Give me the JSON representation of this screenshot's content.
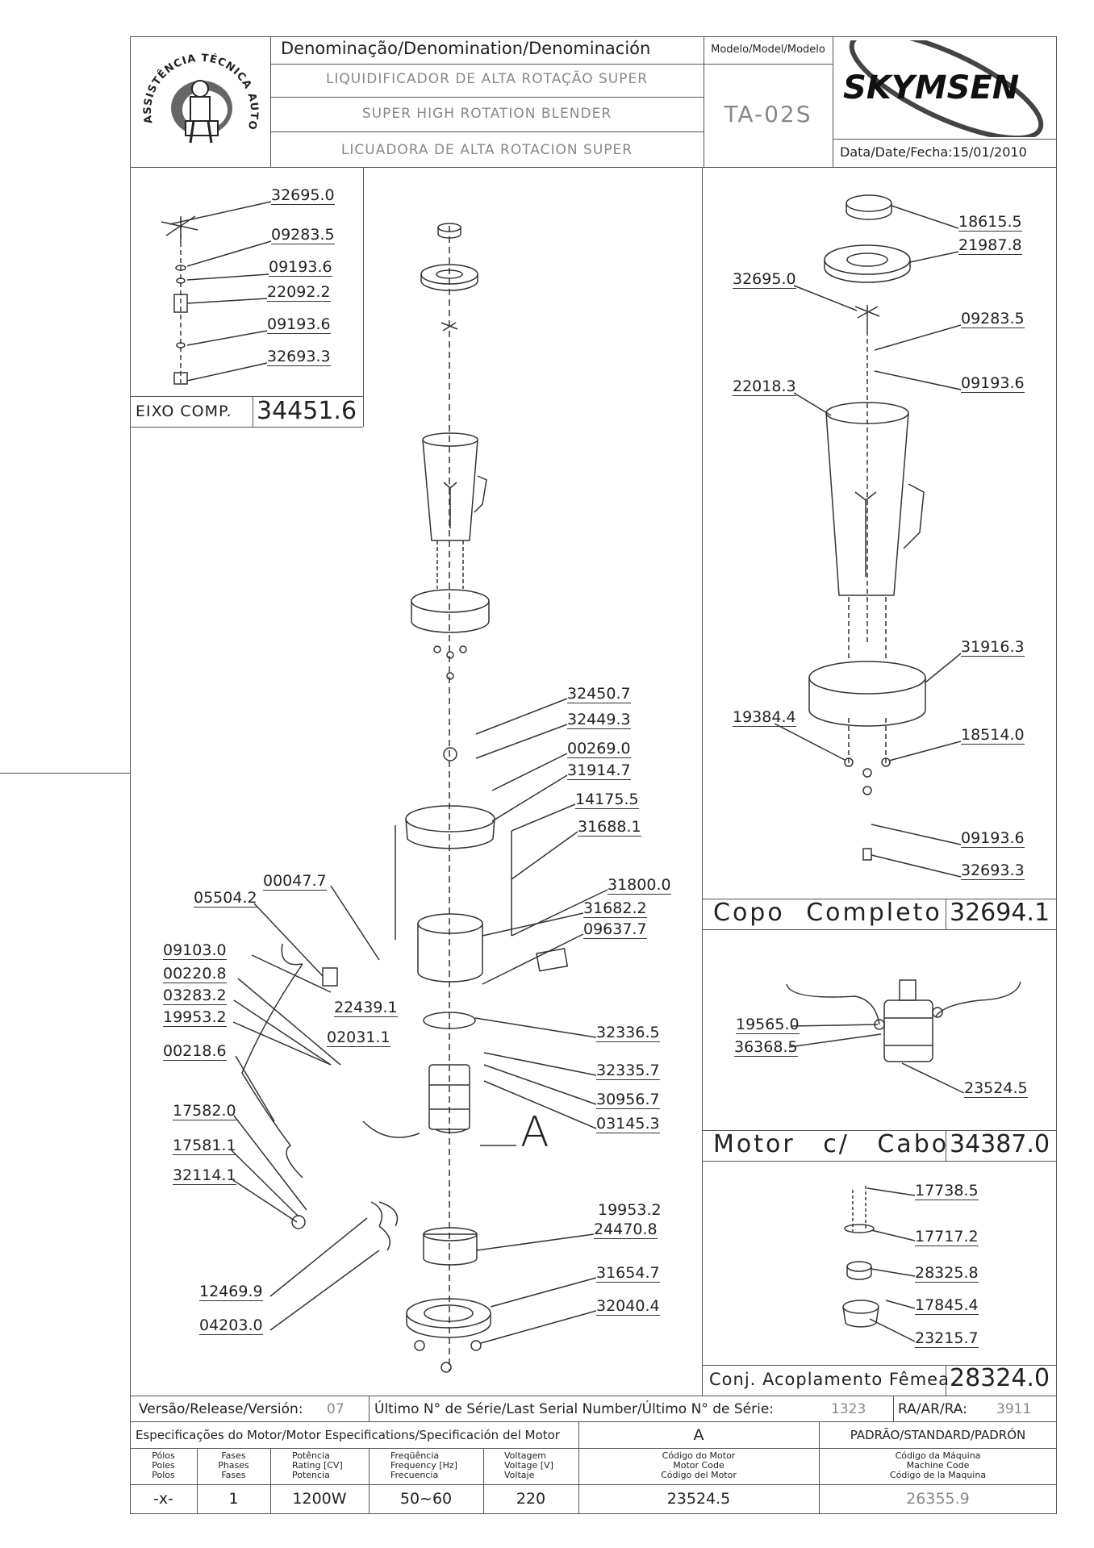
{
  "header": {
    "denomination_label": "Denominação/Denomination/Denominación",
    "name_pt": "LIQUIDIFICADOR DE ALTA ROTAÇÃO SUPER",
    "name_en": "SUPER HIGH ROTATION BLENDER",
    "name_es": "LICUADORA DE ALTA ROTACION SUPER",
    "model_label": "Modelo/Model/Modelo",
    "model_value": "TA-02S",
    "date_label": "Data/Date/Fecha:",
    "date_value": "15/01/2010",
    "brand": "SKYMSEN",
    "seal_text": "ASSISTÊNCIA TÉCNICA AUTORIZADA"
  },
  "eixo": {
    "parts": [
      "32695.0",
      "09283.5",
      "09193.6",
      "22092.2",
      "09193.6",
      "32693.3"
    ],
    "title": "EIXO COMP.",
    "code": "34451.6"
  },
  "copo": {
    "parts_left": [
      "32695.0",
      "22018.3",
      "19384.4"
    ],
    "parts_right": [
      "18615.5",
      "21987.8",
      "09283.5",
      "09193.6",
      "31916.3",
      "18514.0",
      "09193.6",
      "32693.3"
    ],
    "title": "Copo Completo",
    "code": "32694.1"
  },
  "motor": {
    "parts": [
      "19565.0",
      "36368.5",
      "23524.5"
    ],
    "title": "Motor c/ Cabo",
    "code": "34387.0"
  },
  "acoplamento": {
    "parts": [
      "17738.5",
      "17717.2",
      "28325.8",
      "17845.4",
      "23215.7"
    ],
    "title": "Conj. Acoplamento Fêmea",
    "code": "28324.0"
  },
  "main": {
    "parts_right": [
      "32450.7",
      "32449.3",
      "00269.0",
      "31914.7",
      "14175.5",
      "31688.1",
      "31800.0",
      "31682.2",
      "09637.7",
      "32336.5",
      "32335.7",
      "30956.7",
      "03145.3",
      "19953.2",
      "24470.8",
      "31654.7",
      "32040.4"
    ],
    "parts_left": [
      "00047.7",
      "05504.2",
      "09103.0",
      "00220.8",
      "03283.2",
      "19953.2",
      "02031.1",
      "00218.6",
      "22439.1",
      "17582.0",
      "17581.1",
      "32114.1",
      "12469.9",
      "04203.0"
    ],
    "motor_marker": "A"
  },
  "release": {
    "version_label": "Versão/Release/Versión:",
    "version_value": "07",
    "serial_label": "Último N° de Série/Last Serial Number/Último N° de Série:",
    "serial_value": "1323",
    "ra_label": "RA/AR/RA:",
    "ra_value": "3911"
  },
  "specs": {
    "title": "Especificações do Motor/Motor Especifications/Specificación del Motor",
    "motor_ref": "A",
    "standard": "PADRÃO/STANDARD/PADRÓN",
    "columns": [
      {
        "lines": [
          "Pólos",
          "Poles",
          "Polos"
        ],
        "value": "-x-"
      },
      {
        "lines": [
          "Fases",
          "Phases",
          "Fases"
        ],
        "value": "1"
      },
      {
        "lines": [
          "Potência",
          "Rating [CV]",
          "Potencia"
        ],
        "value": "1200W"
      },
      {
        "lines": [
          "Freqüência",
          "Frequency [Hz]",
          "Frecuencia"
        ],
        "value": "50~60"
      },
      {
        "lines": [
          "Voltagem",
          "Voltage [V]",
          "Voltaje"
        ],
        "value": "220"
      },
      {
        "lines": [
          "Código do Motor",
          "Motor Code",
          "Código del Motor"
        ],
        "value": "23524.5"
      },
      {
        "lines": [
          "Código da Máquina",
          "Machine Code",
          "Código de la Maquina"
        ],
        "value": "26355.9"
      }
    ]
  }
}
